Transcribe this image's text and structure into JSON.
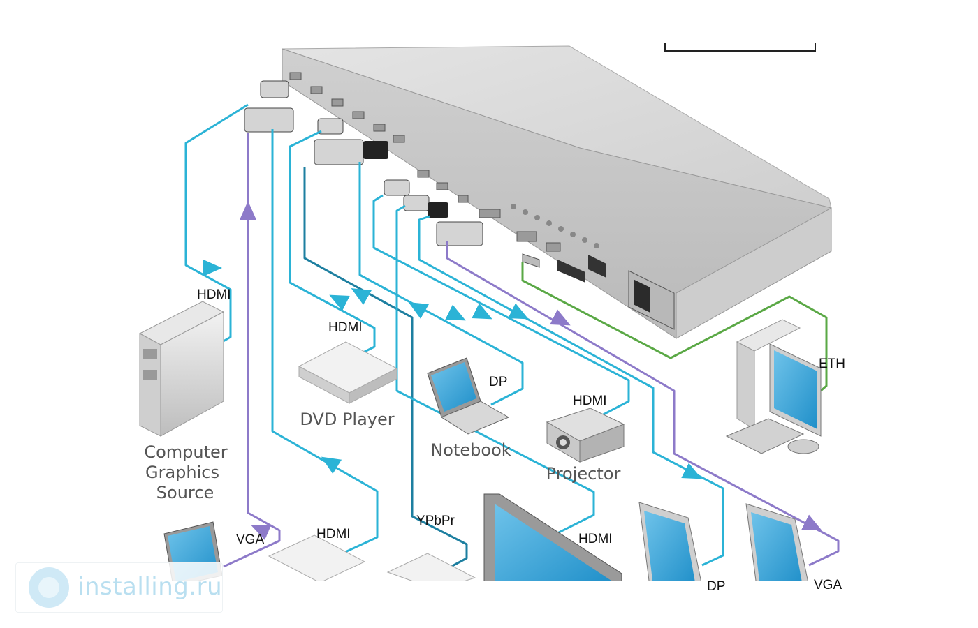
{
  "diagram": {
    "devices": {
      "computer_graphics_source": [
        "Computer",
        "Graphics",
        "Source"
      ],
      "dvd_player": "DVD Player",
      "notebook": "Notebook",
      "projector": "Projector"
    },
    "connection_labels": {
      "hdmi_cgs": "HDMI",
      "hdmi_dvd": "HDMI",
      "dp_notebook": "DP",
      "hdmi_projector": "HDMI",
      "eth": "ETH",
      "vga_laptop": "VGA",
      "hdmi_bottom": "HDMI",
      "ypbpr": "YPbPr",
      "hdmi_display": "HDMI",
      "dp_monitor": "DP",
      "vga_monitor": "VGA"
    },
    "colors": {
      "hdmi_cable": "#2bb3d6",
      "ypbpr_cable": "#1d7fa0",
      "vga_cable": "#8d7ac9",
      "eth_cable": "#5aa845",
      "chassis": "#d3d3d3"
    }
  },
  "watermark": {
    "text": "installing.ru",
    "icon": "installing-logo-icon"
  }
}
